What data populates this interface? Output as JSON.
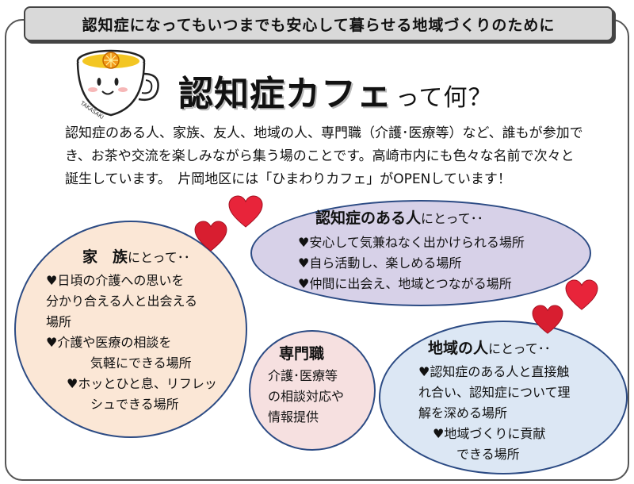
{
  "banner": "認知症になってもいつまでも安心して暮らせる地域づくりのために",
  "cup_text": "TAKASAKI",
  "title": {
    "main": "認知症カフェ",
    "sub": "って何？"
  },
  "intro": [
    "認知症のある人、家族、友人、地域の人、専門職（介護･医療等）など、誰もが参加で",
    "き、お茶や交流を楽しみながら集う場のことです。高崎市内にも色々な名前で次々と",
    "誕生しています。　片岡地区には「ひまわりカフェ」がOPENしています！"
  ],
  "honin": {
    "head": "認知症のある人",
    "head_rest": "にとって･･",
    "items": [
      "♥安心して気兼ねなく出かけられる場所",
      "♥自ら活動し、楽しめる場所",
      "♥仲間に出会え、地域とつながる場所"
    ]
  },
  "kazoku": {
    "head": "家　族",
    "head_rest": "にとって･･",
    "lines": [
      "♥日頃の介護への思いを",
      "分かり合える人と出会える",
      "場所",
      "♥介護や医療の相談を",
      "気軽にできる場所",
      "♥ホッとひと息、リフレッ",
      "シュできる場所"
    ]
  },
  "senmon": {
    "head": "専門職",
    "lines": [
      "介護･医療等",
      "の相談対応や",
      "情報提供"
    ]
  },
  "chiiki": {
    "head": "地域の人",
    "head_rest": "にとって･･",
    "lines": [
      "♥認知症のある人と直接触",
      "れ合い、認知症について理",
      "解を深める場所",
      "♥地域づくりに貢献",
      "できる場所"
    ]
  },
  "colors": {
    "heart": "#e8243a",
    "bubble_border": "#2c4b84"
  }
}
